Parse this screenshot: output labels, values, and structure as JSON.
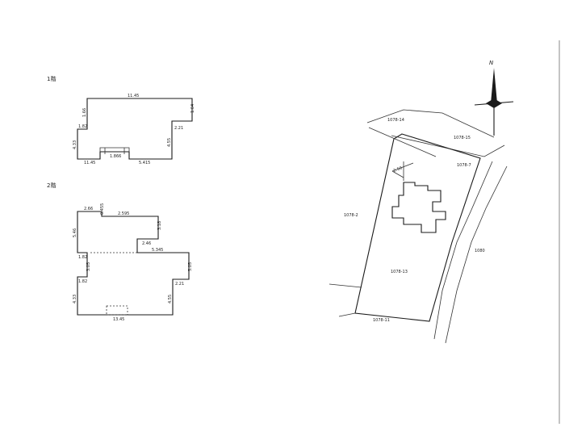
{
  "floor_plans": {
    "floor1": {
      "title": "1階",
      "dims": {
        "top": "11.45",
        "right_top": "1.64",
        "left_step": "1.82",
        "left_upper": "1.66",
        "left_side": "4.33",
        "right_step": "2.21",
        "right_side": "4.55",
        "bottom_left": "11.45",
        "bottom_mid": "1.866",
        "bottom_right": "5.415"
      }
    },
    "floor2": {
      "title": "2階",
      "dims": {
        "top_left": "2.66",
        "top_notch": "0.455",
        "top_right": "2.595",
        "notch_drop": "3.18",
        "notch_step": "2.46",
        "left_upper": "5.46",
        "mid_line": "5.345",
        "left_step": "1.82",
        "left_mid": "3.05",
        "right_side": "5.05",
        "right_lower_step": "1.82",
        "right_lower": "2.21",
        "left_lower": "4.33",
        "right_bottom": "4.55",
        "bottom": "13.45"
      }
    }
  },
  "site_plan": {
    "parcels": [
      "1078-14",
      "1078-15",
      "1078-7",
      "1078-2",
      "1078-13",
      "1080",
      "1078-11"
    ],
    "setback": "2.50",
    "north_label": "N"
  },
  "colors": {
    "ink": "#1a1a1a",
    "paper": "#ffffff"
  }
}
